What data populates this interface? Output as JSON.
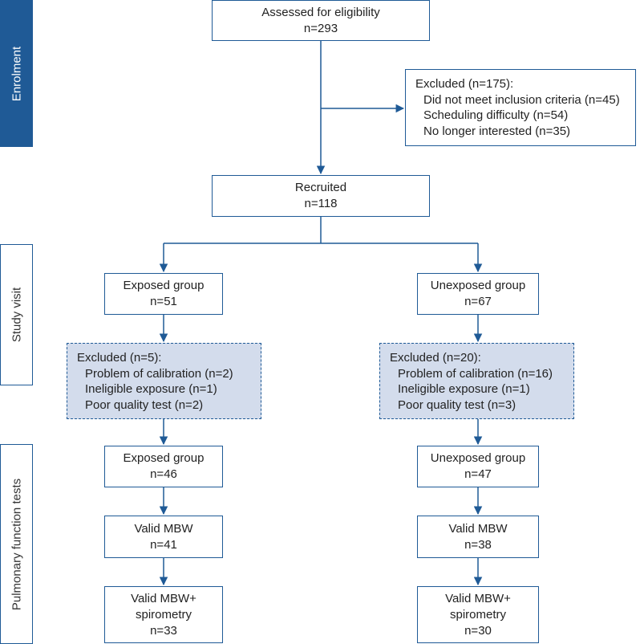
{
  "stages": {
    "enrolment": "Enrolment",
    "study_visit": "Study visit",
    "pulmonary": "Pulmonary function tests"
  },
  "assessed": {
    "label": "Assessed for eligibility",
    "n": "n=293"
  },
  "excluded_enrol": {
    "head": "Excluded (n=175):",
    "items": [
      "Did not meet inclusion criteria (n=45)",
      "Scheduling difficulty (n=54)",
      "No longer interested (n=35)"
    ]
  },
  "recruited": {
    "label": "Recruited",
    "n": "n=118"
  },
  "exposed": {
    "group": {
      "label": "Exposed group",
      "n": "n=51"
    },
    "excluded": {
      "head": "Excluded (n=5):",
      "items": [
        "Problem of calibration (n=2)",
        "Ineligible exposure (n=1)",
        "Poor quality test (n=2)"
      ]
    },
    "group2": {
      "label": "Exposed group",
      "n": "n=46"
    },
    "mbw": {
      "label": "Valid MBW",
      "n": "n=41"
    },
    "mbw_spiro": {
      "label1": "Valid MBW+",
      "label2": "spirometry",
      "n": "n=33"
    }
  },
  "unexposed": {
    "group": {
      "label": "Unexposed group",
      "n": "n=67"
    },
    "excluded": {
      "head": "Excluded (n=20):",
      "items": [
        "Problem of calibration (n=16)",
        "Ineligible exposure (n=1)",
        "Poor quality test (n=3)"
      ]
    },
    "group2": {
      "label": "Unexposed group",
      "n": "n=47"
    },
    "mbw": {
      "label": "Valid MBW",
      "n": "n=38"
    },
    "mbw_spiro": {
      "label1": "Valid MBW+",
      "label2": "spirometry",
      "n": "n=30"
    }
  },
  "colors": {
    "accent": "#1f5a96",
    "excluded_fill": "#d3dcec"
  }
}
